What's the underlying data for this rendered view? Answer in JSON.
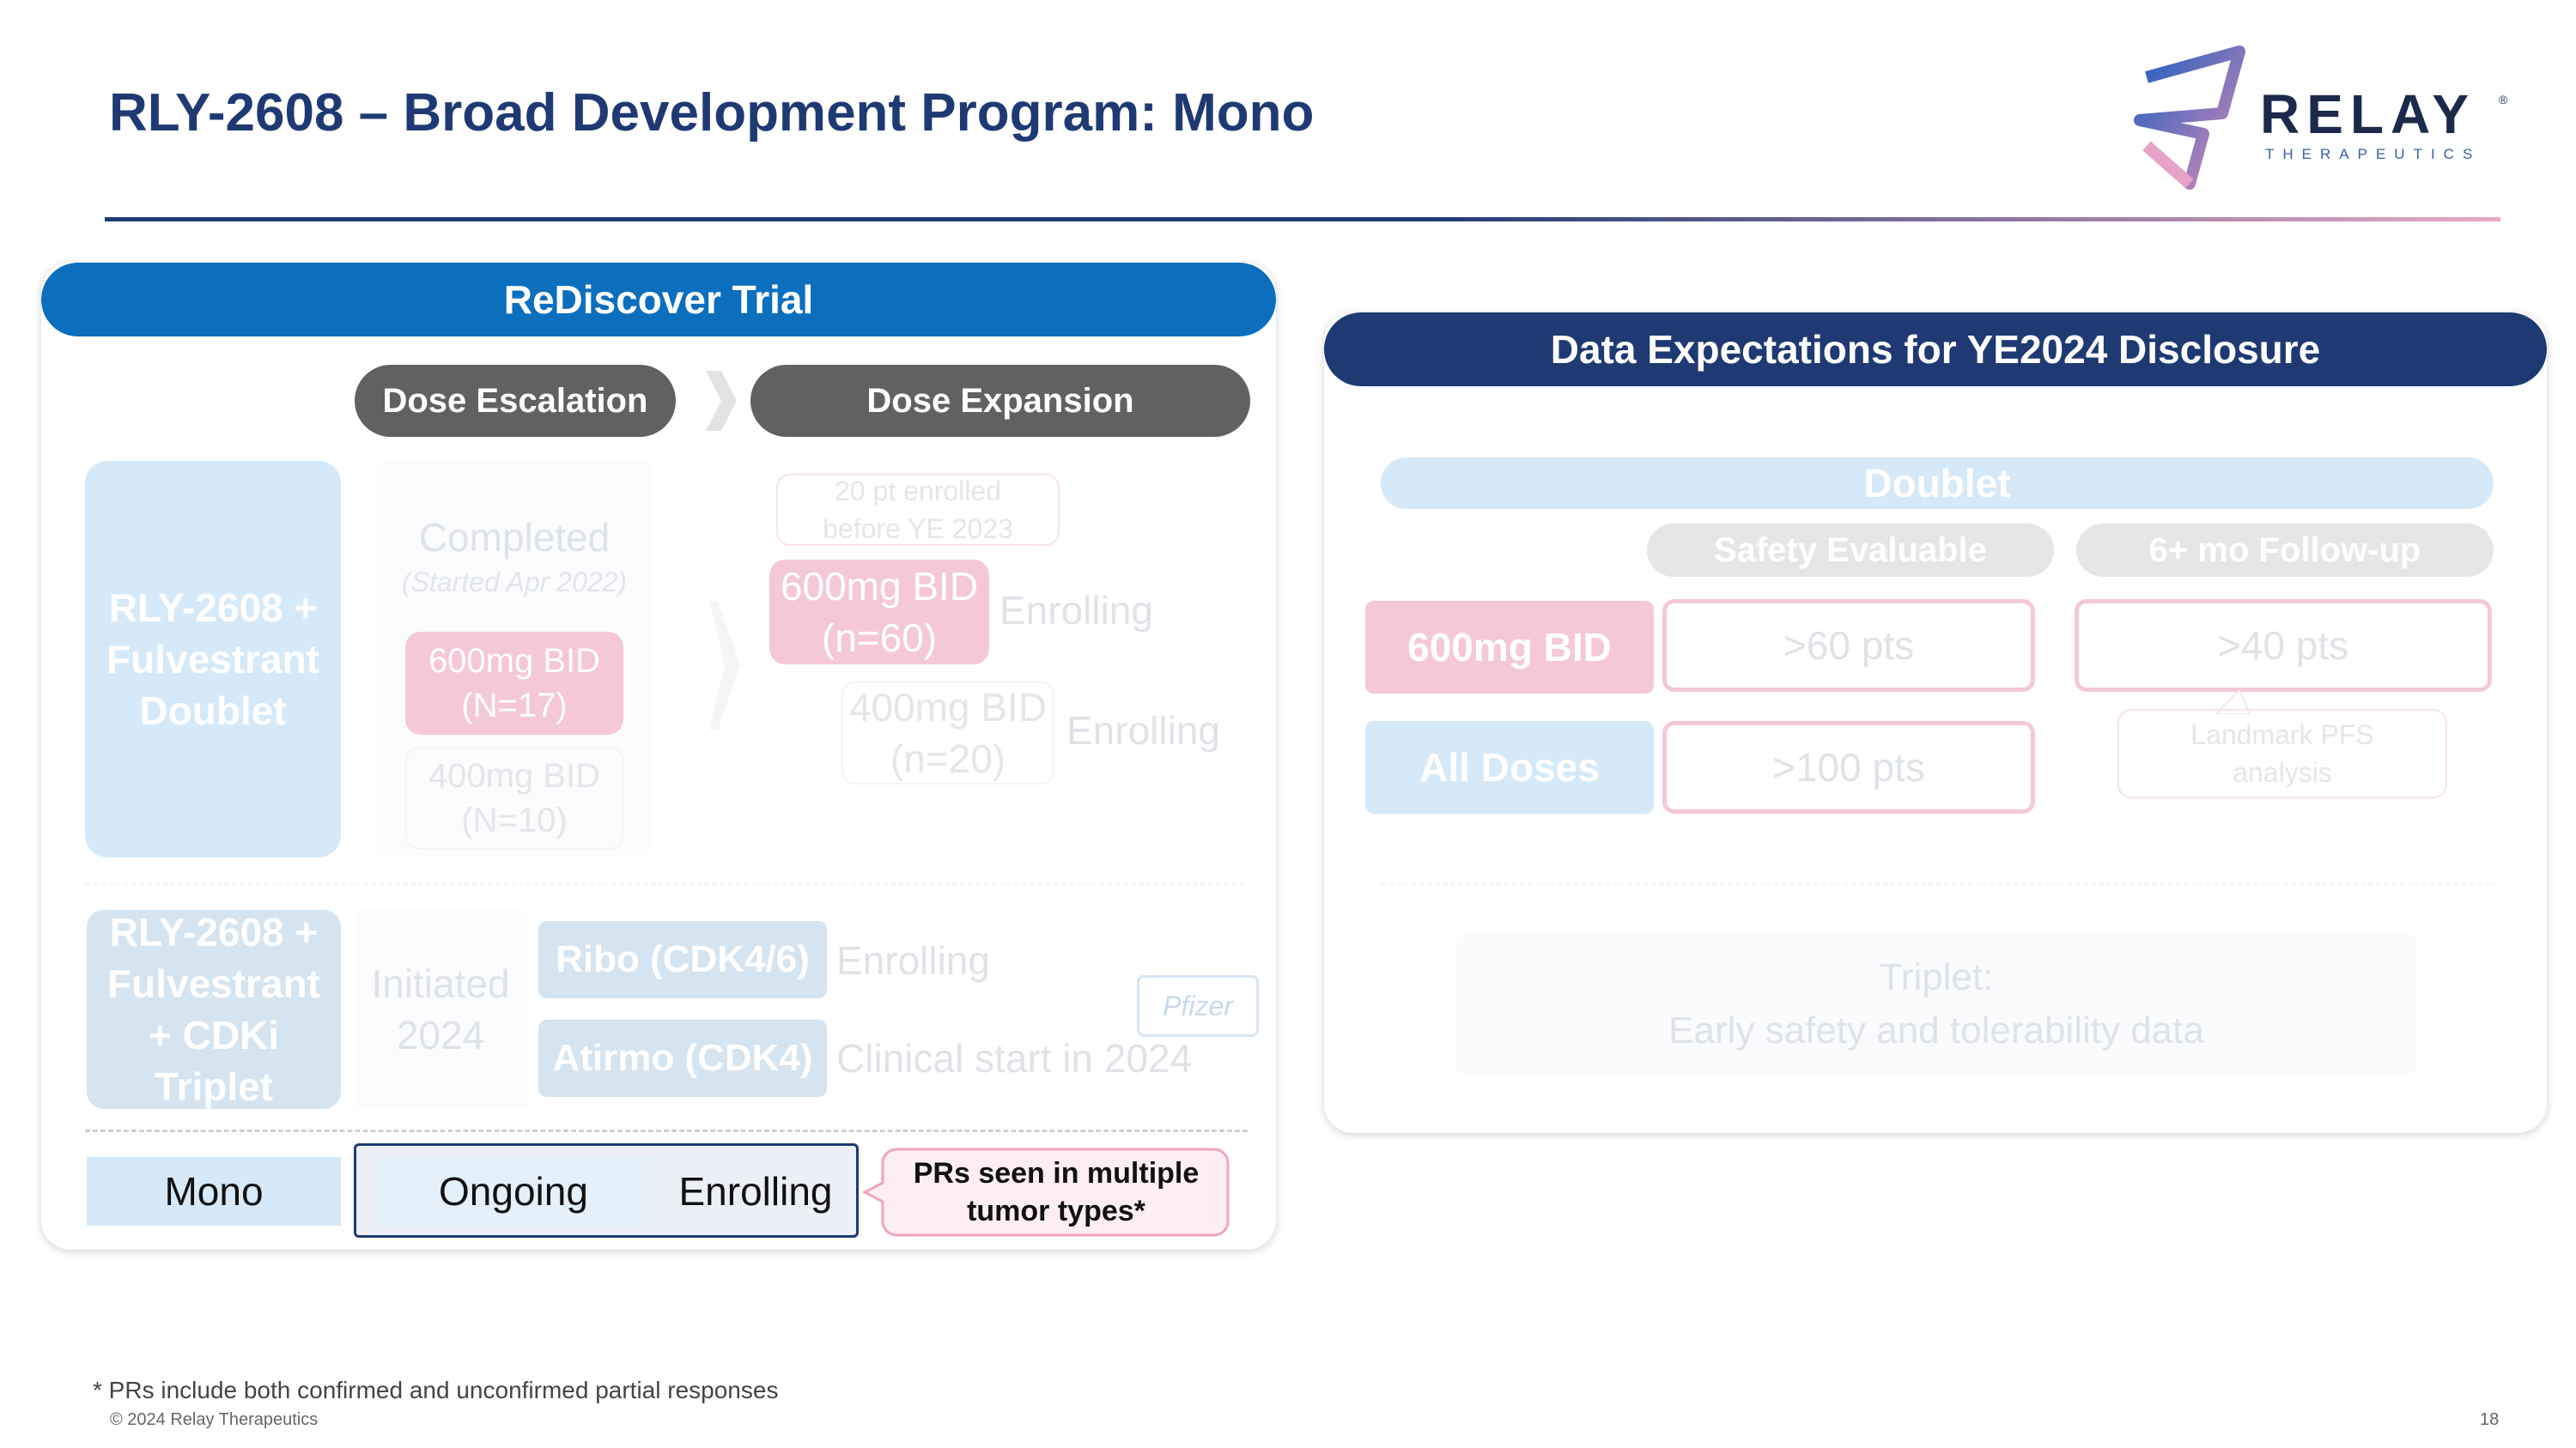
{
  "title": "RLY-2608 – Broad Development Program: Mono",
  "logo": {
    "word": "RELAY",
    "reg": "®",
    "sub": "THERAPEUTICS"
  },
  "left_panel": {
    "header": "ReDiscover Trial",
    "phase_escalation": "Dose Escalation",
    "phase_expansion": "Dose Expansion",
    "doublet": {
      "label": "RLY-2608 + Fulvestrant Doublet",
      "status": "Completed",
      "status_note": "(Started Apr 2022)",
      "esc_dose_1": "600mg BID\n(N=17)",
      "esc_dose_2": "400mg BID\n(N=10)",
      "enrolled_note": "20 pt enrolled\nbefore YE 2023",
      "exp_dose_1": "600mg BID\n(n=60)",
      "exp_status_1": "Enrolling",
      "exp_dose_2": "400mg BID\n(n=20)",
      "exp_status_2": "Enrolling"
    },
    "triplet": {
      "label": "RLY-2608 + Fulvestrant + CDKi Triplet",
      "status": "Initiated\n2024",
      "arm_1": "Ribo (CDK4/6)",
      "arm_1_status": "Enrolling",
      "arm_2": "Atirmo (CDK4)",
      "arm_2_status": "Clinical start in 2024",
      "partner": "Pfizer"
    },
    "mono": {
      "label": "Mono",
      "status": "Ongoing",
      "enrolling": "Enrolling",
      "callout": "PRs seen in multiple tumor types*"
    }
  },
  "right_panel": {
    "header": "Data Expectations for YE2024 Disclosure",
    "doublet_label": "Doublet",
    "col_1": "Safety Evaluable",
    "col_2": "6+ mo Follow-up",
    "row_1_label": "600mg BID",
    "row_1_col_1": ">60 pts",
    "row_1_col_2": ">40 pts",
    "row_2_label": "All Doses",
    "row_2_col_1": ">100 pts",
    "row_2_col_2": "Landmark PFS\nanalysis",
    "triplet_text": "Triplet:\nEarly safety and tolerability data"
  },
  "footnote": "* PRs include both confirmed and unconfirmed partial responses",
  "copyright": "© 2024 Relay Therapeutics",
  "page_number": "18",
  "colors": {
    "title": "#1f3a73",
    "rediscover_header": "#0b6fbe",
    "expectations_header": "#1f3a73",
    "mono_highlight": "#d5e9f8",
    "callout_border": "#f3a3c0",
    "pill_dark": "#616161"
  }
}
